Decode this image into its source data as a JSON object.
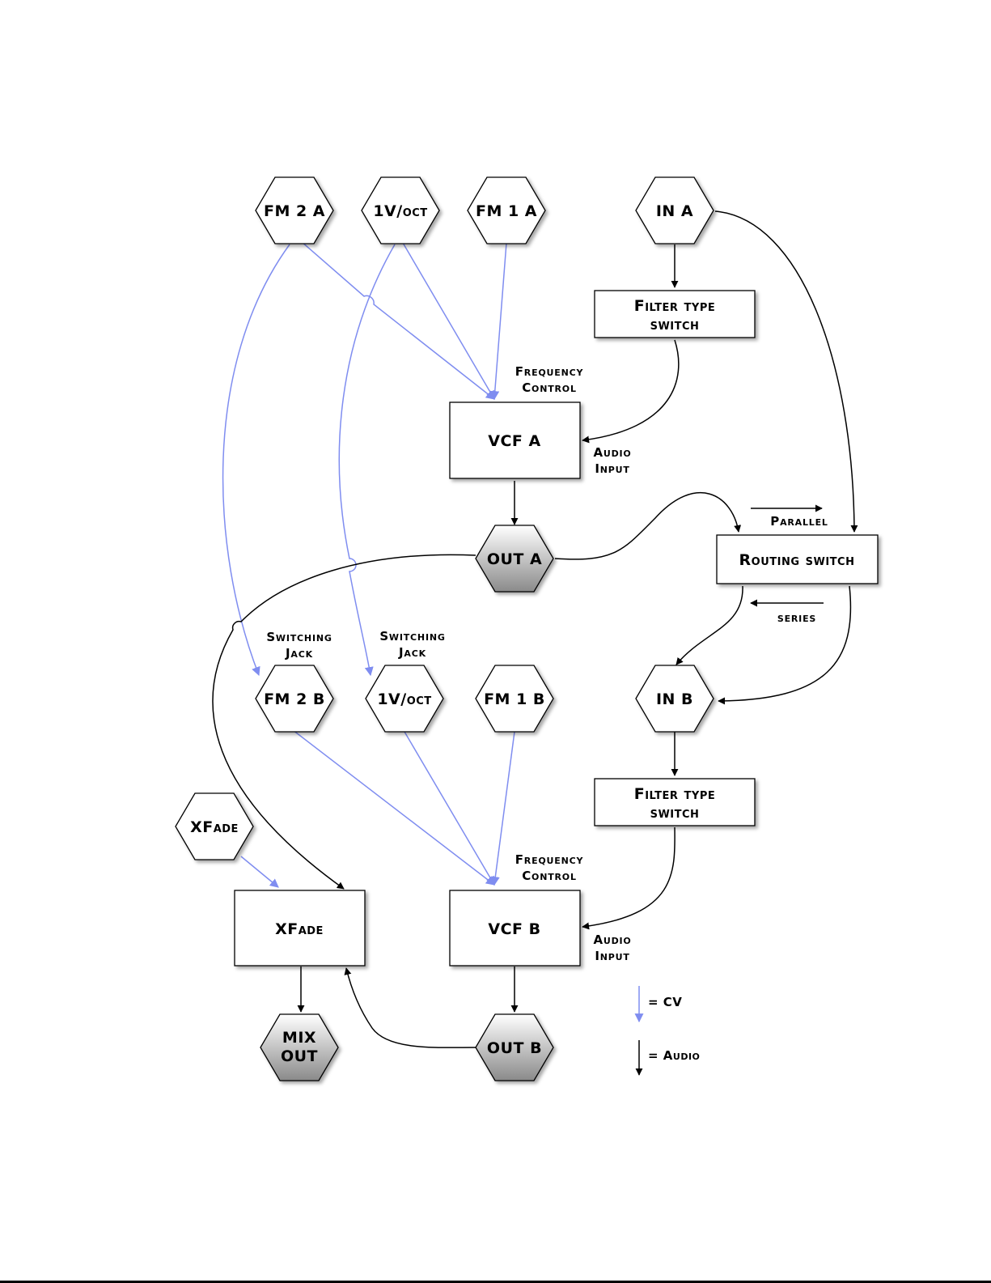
{
  "jacks": {
    "fm2a": "FM 2 A",
    "v_oct_a": "1V/oct",
    "fm1a": "FM 1 A",
    "in_a": "IN A",
    "out_a": "OUT A",
    "fm2b": "FM 2 B",
    "v_oct_b": "1V/oct",
    "fm1b": "FM 1 B",
    "in_b": "IN B",
    "xfade_cv": "XFade",
    "mix_out_line1": "MIX",
    "mix_out_line2": "OUT",
    "out_b": "OUT B"
  },
  "blocks": {
    "filter_type_a_line1": "Filter type",
    "filter_type_a_line2": "switch",
    "vcf_a": "VCF A",
    "routing_switch": "Routing switch",
    "filter_type_b_line1": "Filter type",
    "filter_type_b_line2": "switch",
    "xfade": "XFade",
    "vcf_b": "VCF B"
  },
  "annotations": {
    "freq_control_a_line1": "Frequency",
    "freq_control_a_line2": "Control",
    "audio_input_a_line1": "Audio",
    "audio_input_a_line2": "Input",
    "parallel": "Parallel",
    "series": "series",
    "switching_jack_1_line1": "Switching",
    "switching_jack_1_line2": "Jack",
    "switching_jack_2_line1": "Switching",
    "switching_jack_2_line2": "Jack",
    "freq_control_b_line1": "Frequency",
    "freq_control_b_line2": "Control",
    "audio_input_b_line1": "Audio",
    "audio_input_b_line2": "Input"
  },
  "legend": {
    "cv_label": "= CV",
    "audio_label": "= Audio"
  },
  "colors": {
    "cv": "#7f8df0",
    "audio": "#000000",
    "output_jack_gradient_top": "#ffffff",
    "output_jack_gradient_bottom": "#8a8a8a"
  }
}
